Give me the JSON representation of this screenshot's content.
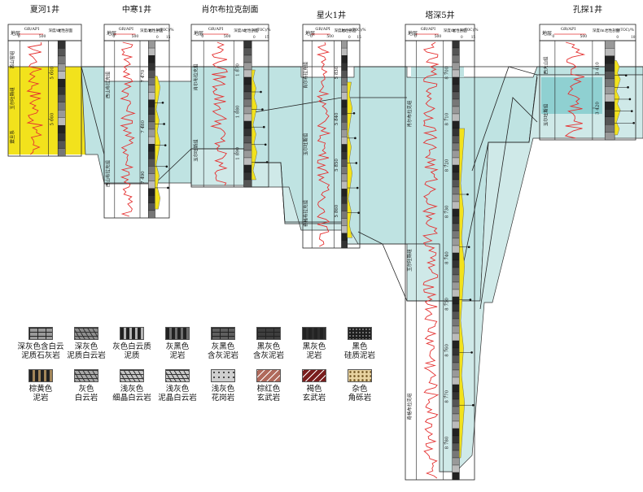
{
  "wells": [
    {
      "id": "xiahe1",
      "name": "夏河1井",
      "hdr_left": "地层",
      "hdr_curve": "GR/API",
      "hdr_scale0": "0",
      "hdr_scale1": "500",
      "hdr_depth": "深度/m",
      "hdr_lith": "岩性剖面",
      "units": [
        "西山窑组",
        "玉尔吐斯组",
        "震旦系"
      ],
      "depths": [
        "5 600",
        "5 660"
      ]
    },
    {
      "id": "zhonghan1",
      "name": "中寒1井",
      "hdr_left": "地层",
      "hdr_curve": "GR/API",
      "hdr_scale0": "0",
      "hdr_scale1": "500",
      "hdr_depth": "深度/m",
      "hdr_lith": "岩性剖面",
      "hdr_toc": "ω(TOC)/%",
      "hdr_toc0": "0",
      "hdr_toc1": "15",
      "units": [
        "西山布拉克组",
        "西山布拉克组"
      ],
      "depths": [
        "7 470",
        "7 480",
        "7 490"
      ]
    },
    {
      "id": "xiaoerbulake",
      "name": "肖尔布拉克剖面",
      "hdr_left": "地层",
      "hdr_curve": "GR/API",
      "hdr_scale0": "0",
      "hdr_scale1": "500",
      "hdr_depth": "深度/m",
      "hdr_lith": "岩性剖面",
      "hdr_toc": "ω(TOC)/%",
      "hdr_toc0": "0",
      "hdr_toc1": "15",
      "units": [
        "肖尔布拉克组",
        "玉尔吐斯组"
      ],
      "depths": [
        "1 870",
        "1 880",
        "1 890"
      ]
    },
    {
      "id": "xinghuo1",
      "name": "星火1井",
      "hdr_left": "地层",
      "hdr_curve": "GR/API",
      "hdr_scale0": "0",
      "hdr_scale1": "500",
      "hdr_depth": "深度/m",
      "hdr_lith": "岩性剖面",
      "hdr_toc": "ω(TOC)/%",
      "hdr_toc0": "0",
      "hdr_toc1": "15",
      "units": [
        "肖尔布拉克组",
        "玉尔吐斯组",
        "奇格布拉克组"
      ],
      "depths": [
        "5 830",
        "5 840",
        "5 850",
        "5 860"
      ]
    },
    {
      "id": "tashen5",
      "name": "塔深5井",
      "hdr_left": "地层",
      "hdr_curve": "GR/API",
      "hdr_scale0": "0",
      "hdr_scale1": "500",
      "hdr_depth": "深度/m",
      "hdr_lith": "岩性剖面",
      "hdr_toc": "ω(TOC)/%",
      "hdr_toc0": "0",
      "hdr_toc1": "15",
      "units": [
        "肖尔布拉克组",
        "玉尔吐斯组",
        "奇格布拉克组"
      ],
      "depths": [
        "8 700",
        "8 710",
        "8 720",
        "8 730",
        "8 740",
        "8 750",
        "8 760",
        "8 770",
        "8 780"
      ]
    },
    {
      "id": "kongtan1",
      "name": "孔探1井",
      "hdr_left": "地层",
      "hdr_curve": "GR/API",
      "hdr_scale0": "0",
      "hdr_scale1": "500",
      "hdr_depth": "深度/m",
      "hdr_lith": "岩性剖面",
      "hdr_toc": "ω(TOC)/%",
      "hdr_toc0": "0",
      "hdr_toc1": "10",
      "units": [
        "西大山组",
        "玉尔吐斯组"
      ],
      "depths": [
        "3 410",
        "3 420"
      ]
    }
  ],
  "legend": [
    {
      "label": "深灰色含白云\n泥质石灰岩",
      "color": "#9a9a9a",
      "pattern": "brick"
    },
    {
      "label": "深灰色\n泥质白云岩",
      "color": "#8e8e8e",
      "pattern": "slant"
    },
    {
      "label": "灰色白云质\n泥质",
      "color": "#b4b4b4",
      "pattern": "dash"
    },
    {
      "label": "灰黑色\n泥岩",
      "color": "#6e6e6e",
      "pattern": "dash"
    },
    {
      "label": "灰黑色\n含灰泥岩",
      "color": "#5e5e5e",
      "pattern": "brick"
    },
    {
      "label": "黑灰色\n含灰泥岩",
      "color": "#3e3e3e",
      "pattern": "brick"
    },
    {
      "label": "黑灰色\n泥岩",
      "color": "#2e2e2e",
      "pattern": "dash"
    },
    {
      "label": "黑色\n硅质泥岩",
      "color": "#1e1e1e",
      "pattern": "dot"
    },
    {
      "label": "棕黄色\n泥岩",
      "color": "#a3865a",
      "pattern": "dash"
    },
    {
      "label": "灰色\n白云岩",
      "color": "#a8a8a8",
      "pattern": "slant"
    },
    {
      "label": "浅灰色\n细晶白云岩",
      "color": "#c4c4c4",
      "pattern": "slant"
    },
    {
      "label": "浅灰色\n泥晶白云岩",
      "color": "#c9c9c9",
      "pattern": "slant"
    },
    {
      "label": "浅灰色\n花岗岩",
      "color": "#cfcfcf",
      "pattern": "plus"
    },
    {
      "label": "棕红色\n玄武岩",
      "color": "#b06a5c",
      "pattern": "vee"
    },
    {
      "label": "褐色\n玄武岩",
      "color": "#7a1e1e",
      "pattern": "vee"
    },
    {
      "label": "杂色\n角砾岩",
      "color": "#e7d2a0",
      "pattern": "tri"
    }
  ],
  "colors": {
    "yellow": "#f2e21c",
    "cyan_main": "#bfe3e2",
    "cyan_dark": "#8fd0d1",
    "cyan_light": "#d5eceb",
    "gr": "#e53030"
  }
}
